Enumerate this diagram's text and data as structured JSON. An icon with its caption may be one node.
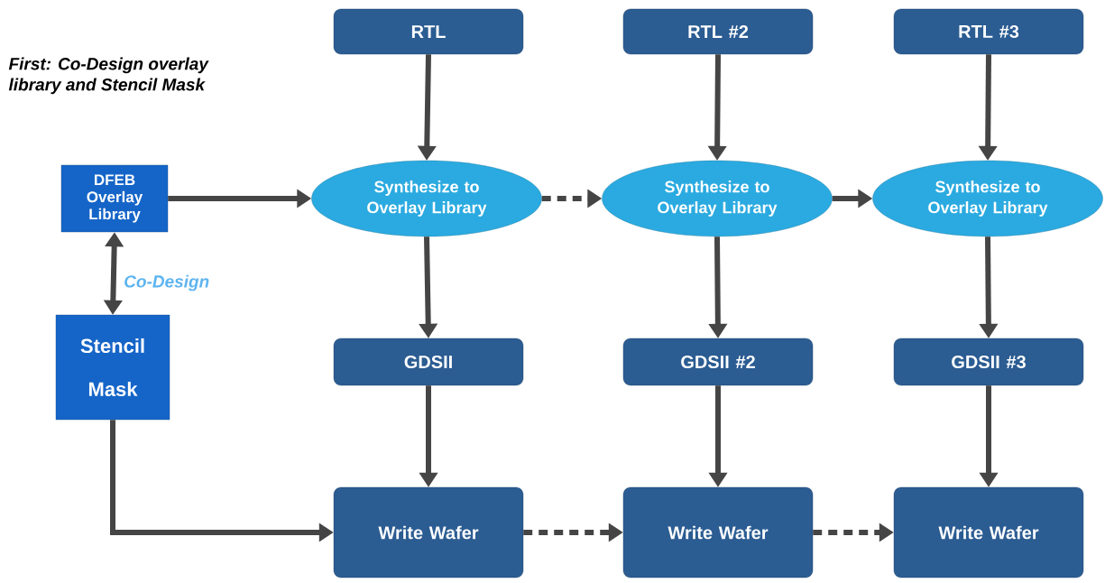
{
  "diagram": {
    "nodes": [
      {
        "text": [
          "DFEB Overlay Library"
        ]
      },
      {
        "text": [
          "Stencil Mask"
        ]
      },
      {
        "text": [
          "RTL"
        ]
      },
      {
        "text": [
          "RTL #2"
        ]
      },
      {
        "text": [
          "RTL #3"
        ]
      },
      {
        "text": [
          "Synthesize to Overlay Library"
        ]
      },
      {
        "text": [
          "Synthesize to Overlay Library"
        ]
      },
      {
        "text": [
          "Synthesize to Overlay Library"
        ]
      },
      {
        "text": [
          "GDSII"
        ]
      },
      {
        "text": [
          "GDSII #2"
        ]
      },
      {
        "text": [
          "GDSII #3"
        ]
      },
      {
        "text": [
          "Write Wafer"
        ]
      },
      {
        "text": [
          "Write Wafer"
        ]
      },
      {
        "text": [
          "Write Wafer"
        ]
      }
    ],
    "edges": [
      {
        "from": 0,
        "to": 1,
        "arrow": "both",
        "label": "Co-Design"
      },
      {
        "from": 0,
        "to": 5,
        "arrow": "to"
      },
      {
        "from": 5,
        "to": 6,
        "arrow": "to",
        "style": "dashed"
      },
      {
        "from": 6,
        "to": 7,
        "arrow": "to"
      },
      {
        "from": 2,
        "to": 5,
        "arrow": "to"
      },
      {
        "from": 3,
        "to": 6,
        "arrow": "to"
      },
      {
        "from": 4,
        "to": 7,
        "arrow": "to"
      },
      {
        "from": 5,
        "to": 8,
        "arrow": "to"
      },
      {
        "from": 6,
        "to": 9,
        "arrow": "to"
      },
      {
        "from": 7,
        "to": 10,
        "arrow": "to"
      },
      {
        "from": 8,
        "to": 11,
        "arrow": "to"
      },
      {
        "from": 9,
        "to": 12,
        "arrow": "to"
      },
      {
        "from": 10,
        "to": 13,
        "arrow": "to"
      },
      {
        "from": 1,
        "to": 11,
        "arrow": "to"
      },
      {
        "from": 11,
        "to": 12,
        "arrow": "to",
        "style": "dashed"
      },
      {
        "from": 12,
        "to": 13,
        "arrow": "to",
        "style": "dashed"
      }
    ],
    "labels": [
      "First: Co-Design overlay library and Stencil Mask"
    ]
  }
}
